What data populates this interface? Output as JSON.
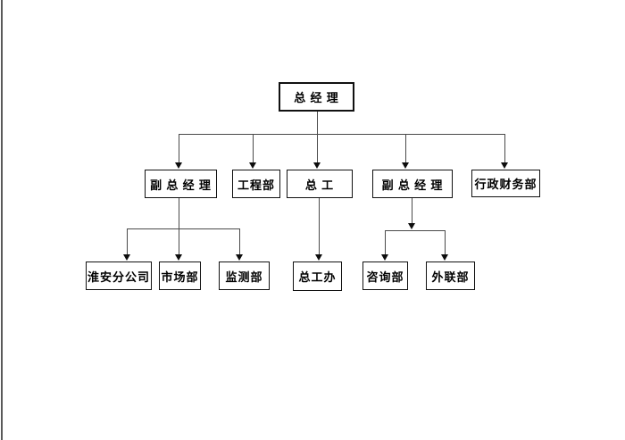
{
  "page": {
    "background_color": "#ffffff",
    "edge_line_color": "#595959"
  },
  "diagram": {
    "type": "org-chart",
    "line_color": "#4a4a4a",
    "box_border_color": "#111111",
    "text_color": "#000000",
    "arrowhead_color": "#0d0d0d"
  },
  "org": {
    "root": {
      "label": "总 经 理",
      "children": [
        {
          "label": "副 总 经 理",
          "children": [
            {
              "label": "淮安分公司",
              "children": []
            },
            {
              "label": "市场部",
              "children": []
            },
            {
              "label": "监测部",
              "children": []
            }
          ]
        },
        {
          "label": "工程部",
          "children": []
        },
        {
          "label": "总 工",
          "children": [
            {
              "label": "总工办",
              "children": []
            }
          ]
        },
        {
          "label": "副 总 经 理",
          "children": [
            {
              "label": "咨询部",
              "children": []
            },
            {
              "label": "外联部",
              "children": []
            }
          ]
        },
        {
          "label": "行政财务部",
          "children": []
        }
      ]
    }
  }
}
